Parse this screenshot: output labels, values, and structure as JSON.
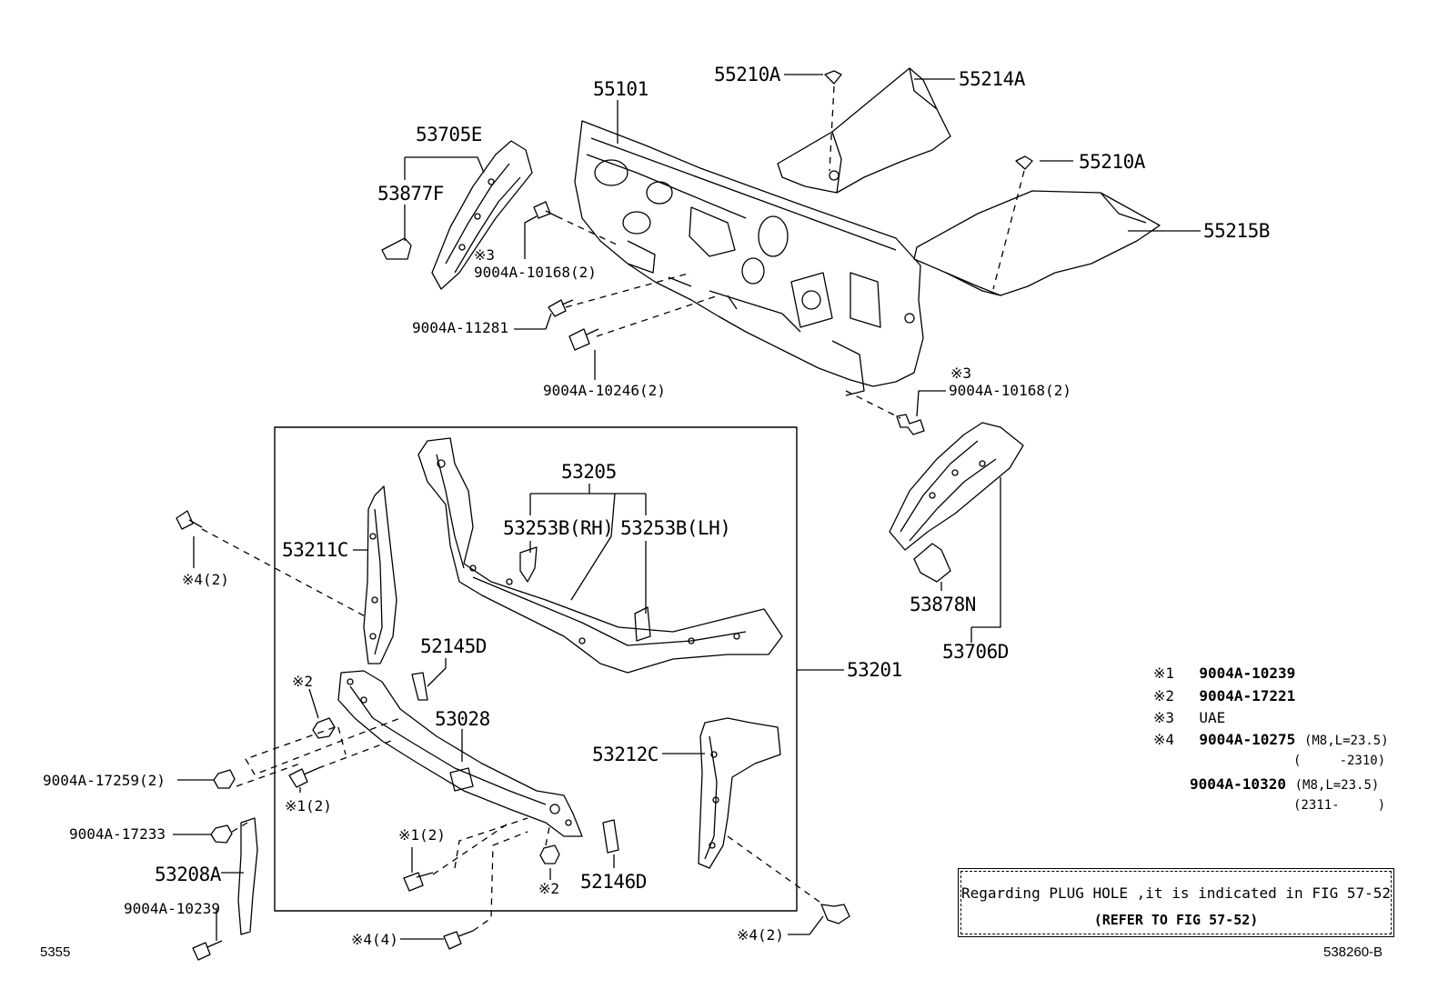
{
  "labels": {
    "p55101": "55101",
    "p55210A_top": "55210A",
    "p55214A": "55214A",
    "p55210A_right": "55210A",
    "p55215B": "55215B",
    "p53705E": "53705E",
    "p53877F": "53877F",
    "note3_left_mark": "※3",
    "bolt_10168_left": "9004A-10168(2)",
    "bolt_11281": "9004A-11281",
    "bolt_10246": "9004A-10246(2)",
    "note3_right_mark": "※3",
    "bolt_10168_right": "9004A-10168(2)",
    "p53205": "53205",
    "p53253B_rh": "53253B(RH)",
    "p53253B_lh": "53253B(LH)",
    "p53211C": "53211C",
    "note4_left": "※4(2)",
    "p52145D": "52145D",
    "note2_upper": "※2",
    "p53028": "53028",
    "p53201": "53201",
    "p53212C": "53212C",
    "nut_17259": "9004A-17259(2)",
    "note1_lower_left": "※1(2)",
    "nut_17233": "9004A-17233",
    "note1_middle": "※1(2)",
    "p53208A": "53208A",
    "bolt_10239": "9004A-10239",
    "note2_lower": "※2",
    "p52146D": "52146D",
    "note4_bottom": "※4(4)",
    "note4_right": "※4(2)",
    "p53878N": "53878N",
    "p53706D": "53706D",
    "page_left": "5355",
    "page_right": "538260-B"
  },
  "legend": [
    {
      "mark": "※1",
      "text": "9004A-10239"
    },
    {
      "mark": "※2",
      "text": "9004A-17221"
    },
    {
      "mark": "※3",
      "text": "UAE"
    },
    {
      "mark": "※4",
      "text": "9004A-10275",
      "spec": "(M8,L=23.5)"
    },
    {
      "mark": "",
      "text": "",
      "spec": "(     -2310)"
    },
    {
      "mark": "",
      "text": "9004A-10320",
      "spec": "(M8,L=23.5)"
    },
    {
      "mark": "",
      "text": "",
      "spec": "(2311-     )"
    }
  ],
  "note": {
    "line1": "Regarding PLUG HOLE ,it is indicated in FIG 57-52",
    "line2": "(REFER TO FIG 57-52)"
  }
}
